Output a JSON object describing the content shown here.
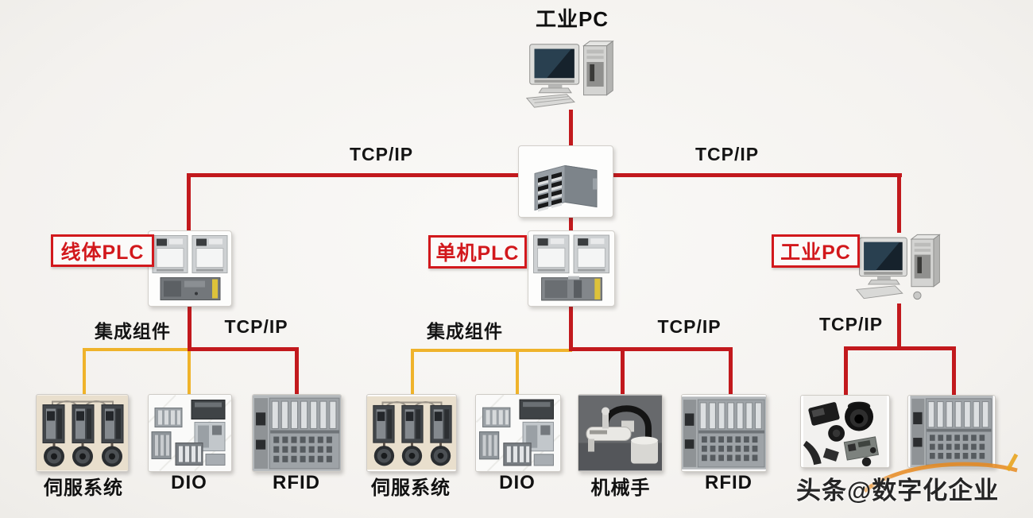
{
  "top_node": {
    "label": "工业PC"
  },
  "trunk": {
    "left_link_label": "TCP/IP",
    "right_link_label": "TCP/IP"
  },
  "left_branch": {
    "node_label": "线体PLC",
    "integration_bus_label": "集成组件",
    "tcp_bus_label": "TCP/IP"
  },
  "center_branch": {
    "node_label": "单机PLC",
    "integration_bus_label": "集成组件",
    "tcp_bus_label": "TCP/IP"
  },
  "right_branch": {
    "node_label": "工业PC",
    "tcp_bus_label": "TCP/IP"
  },
  "devices": {
    "servo_left": "伺服系统",
    "dio_left": "DIO",
    "rfid_left": "RFID",
    "servo_center": "伺服系统",
    "dio_center": "DIO",
    "robot_center": "机械手",
    "rfid_center": "RFID"
  },
  "watermark": {
    "text": "头条@数字化企业"
  },
  "colors": {
    "tcp_line": "#c2191d",
    "integration_line": "#efb32b",
    "node_box_red": "#d2181c",
    "label_text": "#111111"
  }
}
